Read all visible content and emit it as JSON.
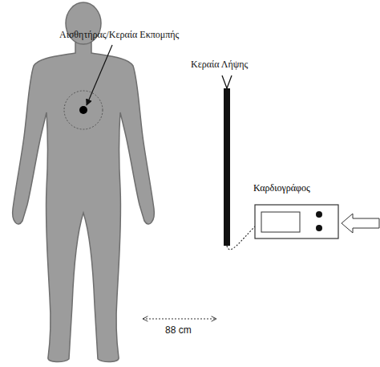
{
  "diagram": {
    "nodes": [
      {
        "text": [
          "Καρδιογράφος"
        ]
      }
    ],
    "labels": [
      "Αισθητήρας/Κεραία Εκπομπής",
      "Κεραία Λήψης",
      "88 cm"
    ]
  }
}
